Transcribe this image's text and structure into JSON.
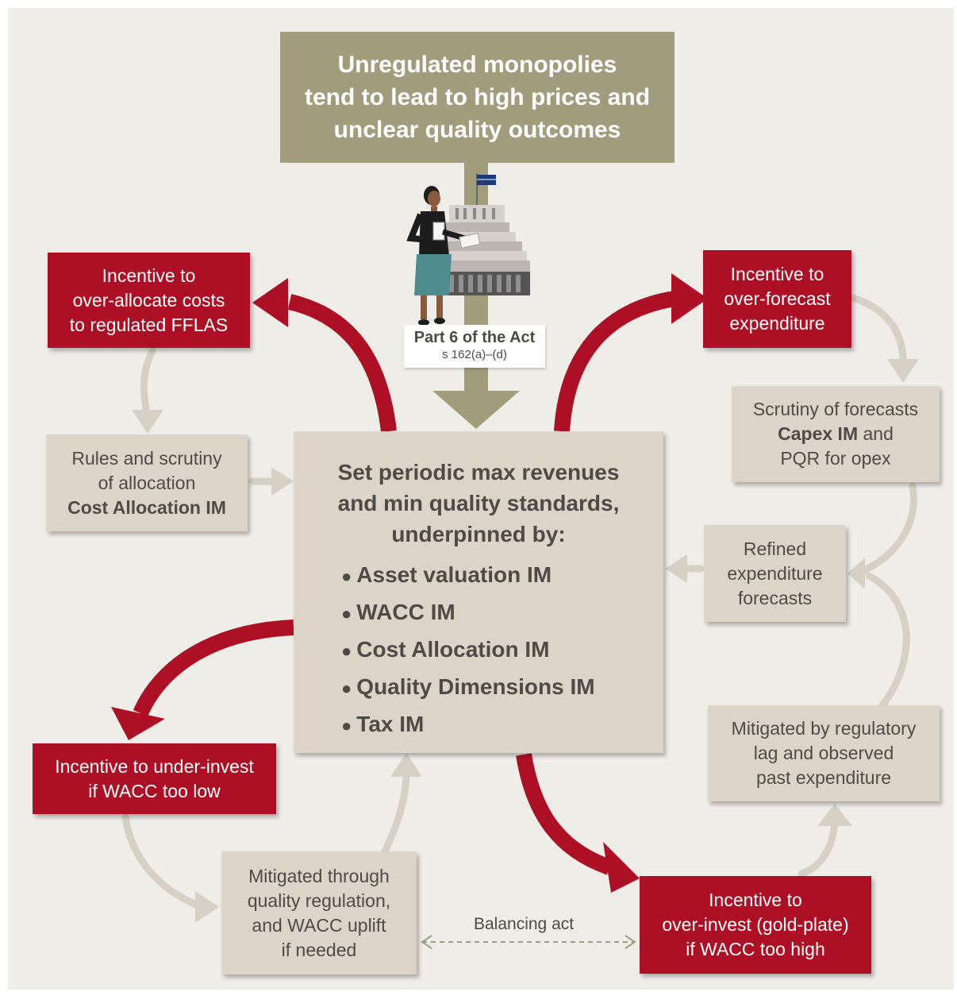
{
  "top_box": {
    "lines": [
      "Unregulated monopolies",
      "tend to lead to high prices and",
      "unclear quality outcomes"
    ]
  },
  "act_label": {
    "title": "Part 6 of the Act",
    "subtitle": "s 162(a)–(d)"
  },
  "center_box": {
    "heading_lines": [
      "Set periodic max revenues",
      "and min quality standards,",
      "underpinned by:"
    ],
    "items": [
      "Asset valuation IM",
      "WACC IM",
      "Cost Allocation IM",
      "Quality Dimensions IM",
      "Tax IM"
    ]
  },
  "boxes": {
    "overallocate": {
      "lines": [
        "Incentive to",
        "over-allocate costs",
        "to regulated FFLAS"
      ]
    },
    "rules_allocation": {
      "lines": [
        "Rules and scrutiny",
        "of allocation"
      ],
      "bold_line": "Cost Allocation IM"
    },
    "overforecast": {
      "lines": [
        "Incentive to",
        "over-forecast",
        "expenditure"
      ]
    },
    "scrutiny_forecasts": {
      "line1": "Scrutiny of forecasts",
      "line2_bold": "Capex IM",
      "line2_rest": " and",
      "line3": "PQR for opex"
    },
    "refined": {
      "lines": [
        "Refined",
        "expenditure",
        "forecasts"
      ]
    },
    "mitigated_lag": {
      "lines": [
        "Mitigated by regulatory",
        "lag and observed",
        "past expenditure"
      ]
    },
    "underinvest": {
      "lines": [
        "Incentive to under-invest",
        "if WACC too low"
      ]
    },
    "mitigated_quality": {
      "lines": [
        "Mitigated through",
        "quality regulation,",
        "and WACC uplift",
        "if needed"
      ]
    },
    "overinvest": {
      "lines": [
        "Incentive to",
        "over-invest (gold-plate)",
        "if WACC too high"
      ]
    }
  },
  "balancing_label": "Balancing act",
  "colors": {
    "red": "#ad1025",
    "tan": "#dbd4c7",
    "olive": "#a09c7c",
    "background": "#efede8",
    "text": "#4e4a45"
  }
}
